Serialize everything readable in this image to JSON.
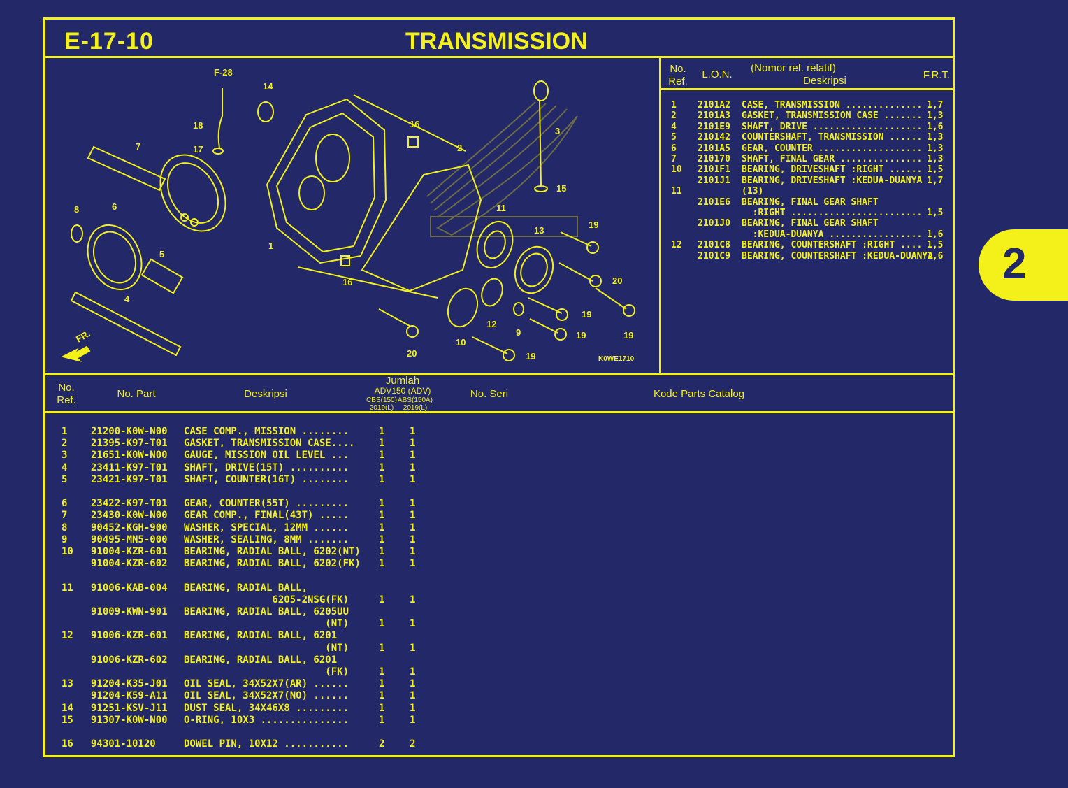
{
  "header": {
    "code": "E-17-10",
    "title": "TRANSMISSION"
  },
  "section_tab": "2",
  "diagram": {
    "model_code": "K0WE1710",
    "ref_marker": "F-28",
    "front_arrow": "FR.",
    "callouts": [
      "1",
      "2",
      "3",
      "4",
      "5",
      "6",
      "7",
      "8",
      "9",
      "10",
      "11",
      "12",
      "13",
      "14",
      "15",
      "16",
      "16",
      "17",
      "18",
      "19",
      "19",
      "19",
      "19",
      "19",
      "20",
      "20"
    ]
  },
  "lon_table": {
    "headers": {
      "no_ref": "No.\nRef.",
      "lon": "L.O.N.",
      "desc_top": "(Nomor ref. relatif)",
      "desc": "Deskripsi",
      "frt": "F.R.T."
    },
    "rows": [
      {
        "ref": "1",
        "lon": "2101A2",
        "desc": "CASE, TRANSMISSION ..............",
        "frt": "1,7"
      },
      {
        "ref": "2",
        "lon": "2101A3",
        "desc": "GASKET, TRANSMISSION CASE .......",
        "frt": "1,3"
      },
      {
        "ref": "4",
        "lon": "2101E9",
        "desc": "SHAFT, DRIVE ....................",
        "frt": "1,6"
      },
      {
        "ref": "5",
        "lon": "210142",
        "desc": "COUNTERSHAFT, TRANSMISSION ......",
        "frt": "1,3"
      },
      {
        "ref": "6",
        "lon": "2101A5",
        "desc": "GEAR, COUNTER ...................",
        "frt": "1,3"
      },
      {
        "ref": "7",
        "lon": "210170",
        "desc": "SHAFT, FINAL GEAR ...............",
        "frt": "1,3"
      },
      {
        "ref": "10",
        "lon": "2101F1",
        "desc": "BEARING, DRIVESHAFT :RIGHT ......",
        "frt": "1,5"
      },
      {
        "ref": "",
        "lon": "2101J1",
        "desc": "BEARING, DRIVESHAFT :KEDUA-DUANYA",
        "frt": "1,7"
      },
      {
        "ref": "11",
        "lon": "",
        "desc": "(13)",
        "frt": ""
      },
      {
        "ref": "",
        "lon": "2101E6",
        "desc": "BEARING, FINAL GEAR SHAFT",
        "frt": ""
      },
      {
        "ref": "",
        "lon": "",
        "desc": "  :RIGHT ........................",
        "frt": "1,5"
      },
      {
        "ref": "",
        "lon": "2101J0",
        "desc": "BEARING, FINAL GEAR SHAFT",
        "frt": ""
      },
      {
        "ref": "",
        "lon": "",
        "desc": "  :KEDUA-DUANYA .................",
        "frt": "1,6"
      },
      {
        "ref": "12",
        "lon": "2101C8",
        "desc": "BEARING, COUNTERSHAFT :RIGHT ....",
        "frt": "1,5"
      },
      {
        "ref": "",
        "lon": "2101C9",
        "desc": "BEARING, COUNTERSHAFT :KEDUA-DUANYA",
        "frt": "1,6"
      }
    ]
  },
  "parts_table": {
    "headers": {
      "no_ref": "No.\nRef.",
      "no_part": "No. Part",
      "desc": "Deskripsi",
      "jumlah": "Jumlah",
      "model": "ADV150 (ADV)",
      "col1": "CBS(150)\n2019(L)",
      "col2": "ABS(150A)\n2019(L)",
      "no_seri": "No. Seri",
      "kode": "Kode Parts Catalog"
    },
    "rows": [
      {
        "ref": "1",
        "part": "21200-K0W-N00",
        "desc": "CASE COMP., MISSION ........",
        "q1": "1",
        "q2": "1"
      },
      {
        "ref": "2",
        "part": "21395-K97-T01",
        "desc": "GASKET, TRANSMISSION CASE....",
        "q1": "1",
        "q2": "1"
      },
      {
        "ref": "3",
        "part": "21651-K0W-N00",
        "desc": "GAUGE, MISSION OIL LEVEL ...",
        "q1": "1",
        "q2": "1"
      },
      {
        "ref": "4",
        "part": "23411-K97-T01",
        "desc": "SHAFT, DRIVE(15T) ..........",
        "q1": "1",
        "q2": "1"
      },
      {
        "ref": "5",
        "part": "23421-K97-T01",
        "desc": "SHAFT, COUNTER(16T) ........",
        "q1": "1",
        "q2": "1"
      },
      {
        "ref": "6",
        "part": "23422-K97-T01",
        "desc": "GEAR, COUNTER(55T) .........",
        "q1": "1",
        "q2": "1"
      },
      {
        "ref": "7",
        "part": "23430-K0W-N00",
        "desc": "GEAR COMP., FINAL(43T) .....",
        "q1": "1",
        "q2": "1"
      },
      {
        "ref": "8",
        "part": "90452-KGH-900",
        "desc": "WASHER, SPECIAL, 12MM ......",
        "q1": "1",
        "q2": "1"
      },
      {
        "ref": "9",
        "part": "90495-MN5-000",
        "desc": "WASHER, SEALING, 8MM .......",
        "q1": "1",
        "q2": "1"
      },
      {
        "ref": "10",
        "part": "91004-KZR-601",
        "desc": "BEARING, RADIAL BALL, 6202(NT)",
        "q1": "1",
        "q2": "1"
      },
      {
        "ref": "",
        "part": "91004-KZR-602",
        "desc": "BEARING, RADIAL BALL, 6202(FK)",
        "q1": "1",
        "q2": "1"
      },
      {
        "ref": "11",
        "part": "91006-KAB-004",
        "desc": "BEARING, RADIAL BALL,",
        "q1": "",
        "q2": ""
      },
      {
        "ref": "",
        "part": "",
        "desc": "               6205-2NSG(FK)",
        "q1": "1",
        "q2": "1"
      },
      {
        "ref": "",
        "part": "91009-KWN-901",
        "desc": "BEARING, RADIAL BALL, 6205UU",
        "q1": "",
        "q2": ""
      },
      {
        "ref": "",
        "part": "",
        "desc": "                        (NT)",
        "q1": "1",
        "q2": "1"
      },
      {
        "ref": "12",
        "part": "91006-KZR-601",
        "desc": "BEARING, RADIAL BALL, 6201",
        "q1": "",
        "q2": ""
      },
      {
        "ref": "",
        "part": "",
        "desc": "                        (NT)",
        "q1": "1",
        "q2": "1"
      },
      {
        "ref": "",
        "part": "91006-KZR-602",
        "desc": "BEARING, RADIAL BALL, 6201",
        "q1": "",
        "q2": ""
      },
      {
        "ref": "",
        "part": "",
        "desc": "                        (FK)",
        "q1": "1",
        "q2": "1"
      },
      {
        "ref": "13",
        "part": "91204-K35-J01",
        "desc": "OIL SEAL, 34X52X7(AR) ......",
        "q1": "1",
        "q2": "1"
      },
      {
        "ref": "",
        "part": "91204-K59-A11",
        "desc": "OIL SEAL, 34X52X7(NO) ......",
        "q1": "1",
        "q2": "1"
      },
      {
        "ref": "14",
        "part": "91251-KSV-J11",
        "desc": "DUST SEAL, 34X46X8 .........",
        "q1": "1",
        "q2": "1"
      },
      {
        "ref": "15",
        "part": "91307-K0W-N00",
        "desc": "O-RING, 10X3 ...............",
        "q1": "1",
        "q2": "1"
      },
      {
        "ref": "16",
        "part": "94301-10120",
        "desc": "DOWEL PIN, 10X12 ...........",
        "q1": "2",
        "q2": "2"
      }
    ]
  }
}
